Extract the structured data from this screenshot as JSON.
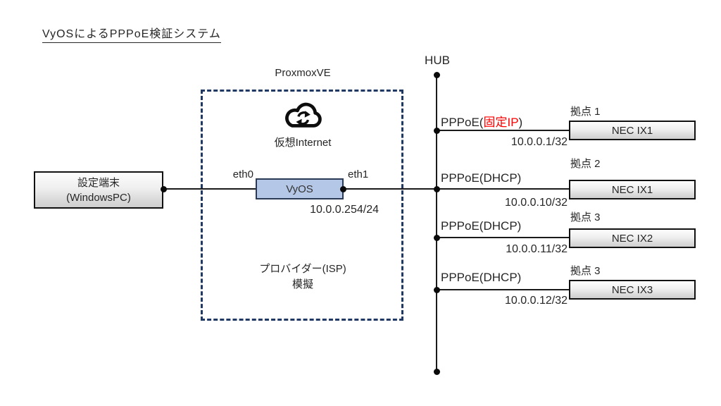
{
  "title": "VyOSによるPPPoE検証システム",
  "proxmox": {
    "label": "ProxmoxVE",
    "cloud_label": "仮想Internet",
    "isp_line1": "プロバイダー(ISP)",
    "isp_line2": "模擬"
  },
  "vyos": {
    "label": "VyOS",
    "eth0": "eth0",
    "eth1": "eth1",
    "ip": "10.0.0.254/24"
  },
  "client": {
    "line1": "設定端末",
    "line2": "(WindowsPC)"
  },
  "hub": {
    "label": "HUB"
  },
  "branches": [
    {
      "protocol_pre": "PPPoE(",
      "protocol_type": "固定IP",
      "protocol_post": ")",
      "type_color": "red",
      "ip": "10.0.0.1/32",
      "site": "拠点 1",
      "device": "NEC IX1"
    },
    {
      "protocol_pre": "PPPoE(",
      "protocol_type": "DHCP",
      "protocol_post": ")",
      "type_color": "black",
      "ip": "10.0.0.10/32",
      "site": "拠点 2",
      "device": "NEC IX1"
    },
    {
      "protocol_pre": "PPPoE(",
      "protocol_type": "DHCP",
      "protocol_post": ")",
      "type_color": "black",
      "ip": "10.0.0.11/32",
      "site": "拠点 3",
      "device": "NEC IX2"
    },
    {
      "protocol_pre": "PPPoE(",
      "protocol_type": "DHCP",
      "protocol_post": ")",
      "type_color": "black",
      "ip": "10.0.0.12/32",
      "site": "拠点 3",
      "device": "NEC IX3"
    }
  ],
  "icons": {
    "cloud": "cloud-sync-icon"
  },
  "colors": {
    "accent-red": "#ff0000",
    "vyos-fill": "#b4c7e7",
    "dash-color": "#1f3864"
  }
}
